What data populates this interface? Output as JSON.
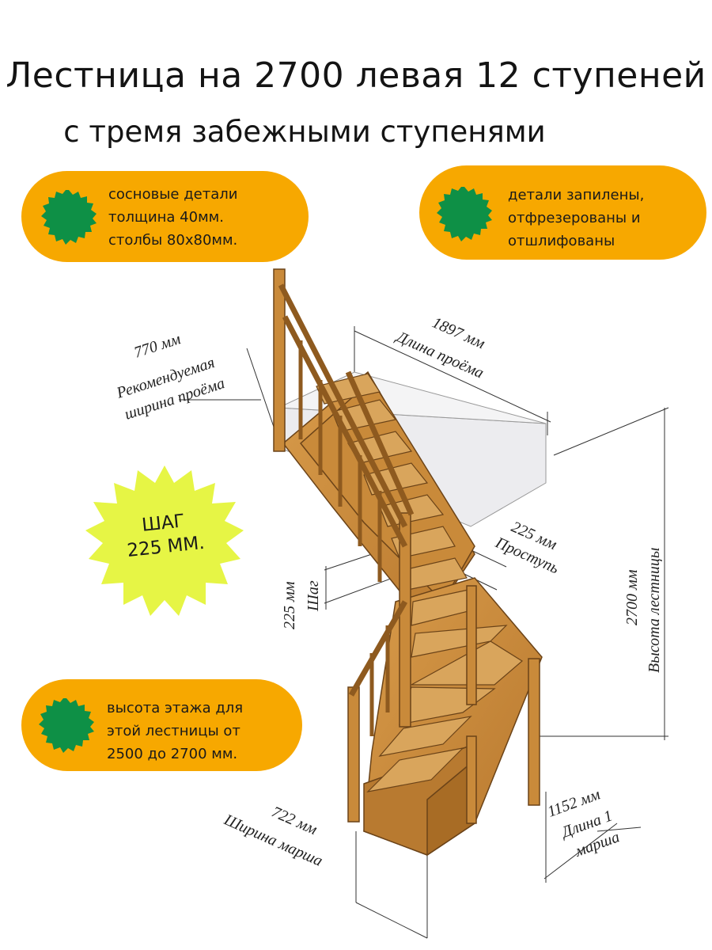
{
  "header": {
    "title": "Лестница на 2700 левая 12 ступеней",
    "subtitle": "с  тремя забежными ступенями"
  },
  "badges": {
    "materials": [
      "сосновые детали",
      "толщина 40мм.",
      "столбы 80х80мм."
    ],
    "processing": [
      "детали запилены,",
      "отфрезерованы и",
      "отшлифованы"
    ],
    "floor_height": [
      "высота этажа для",
      "этой лестницы от",
      "2500 до 2700 мм."
    ]
  },
  "step_badge": {
    "line1": "ШАГ",
    "line2": "225 ММ."
  },
  "dimensions": {
    "opening_width_value": "770 мм",
    "opening_width_label1": "Рекомендуемая",
    "opening_width_label2": "ширина проёма",
    "opening_length_value": "1897 мм",
    "opening_length_label": "Длина проёма",
    "tread_value": "225 мм",
    "tread_label": "Проступь",
    "step_value": "225 мм",
    "step_label": "Шаг",
    "height_value": "2700 мм",
    "height_label": "Высота лестницы",
    "flight_width_value": "722 мм",
    "flight_width_label": "Ширина марша",
    "flight1_length_value": "1152 мм",
    "flight1_length_label1": "Длина 1",
    "flight1_length_label2": "марша"
  },
  "colors": {
    "badge_orange": "#F7A800",
    "seal_green": "#0E9046",
    "star_yellow": "#E6F545",
    "wood": "#C98A3A",
    "wood_dark": "#8E5A1F"
  }
}
